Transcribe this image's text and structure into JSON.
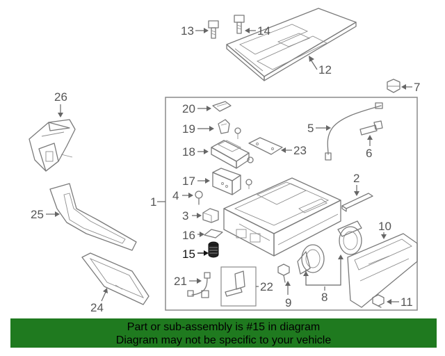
{
  "diagram": {
    "callouts": {
      "c1": "1",
      "c2": "2",
      "c3": "3",
      "c4": "4",
      "c5": "5",
      "c6": "6",
      "c7": "7",
      "c8": "8",
      "c9": "9",
      "c10": "10",
      "c11": "11",
      "c12": "12",
      "c13": "13",
      "c14": "14",
      "c15": "15",
      "c16": "16",
      "c17": "17",
      "c18": "18",
      "c19": "19",
      "c20": "20",
      "c21": "21",
      "c22": "22",
      "c23": "23",
      "c24": "24",
      "c25": "25",
      "c26": "26"
    },
    "highlighted_part": "15"
  },
  "footer": {
    "line1": "Part or sub-assembly is #15 in diagram",
    "line2": "Diagram may not be specific to your vehicle",
    "background": "#1f7a1f"
  }
}
